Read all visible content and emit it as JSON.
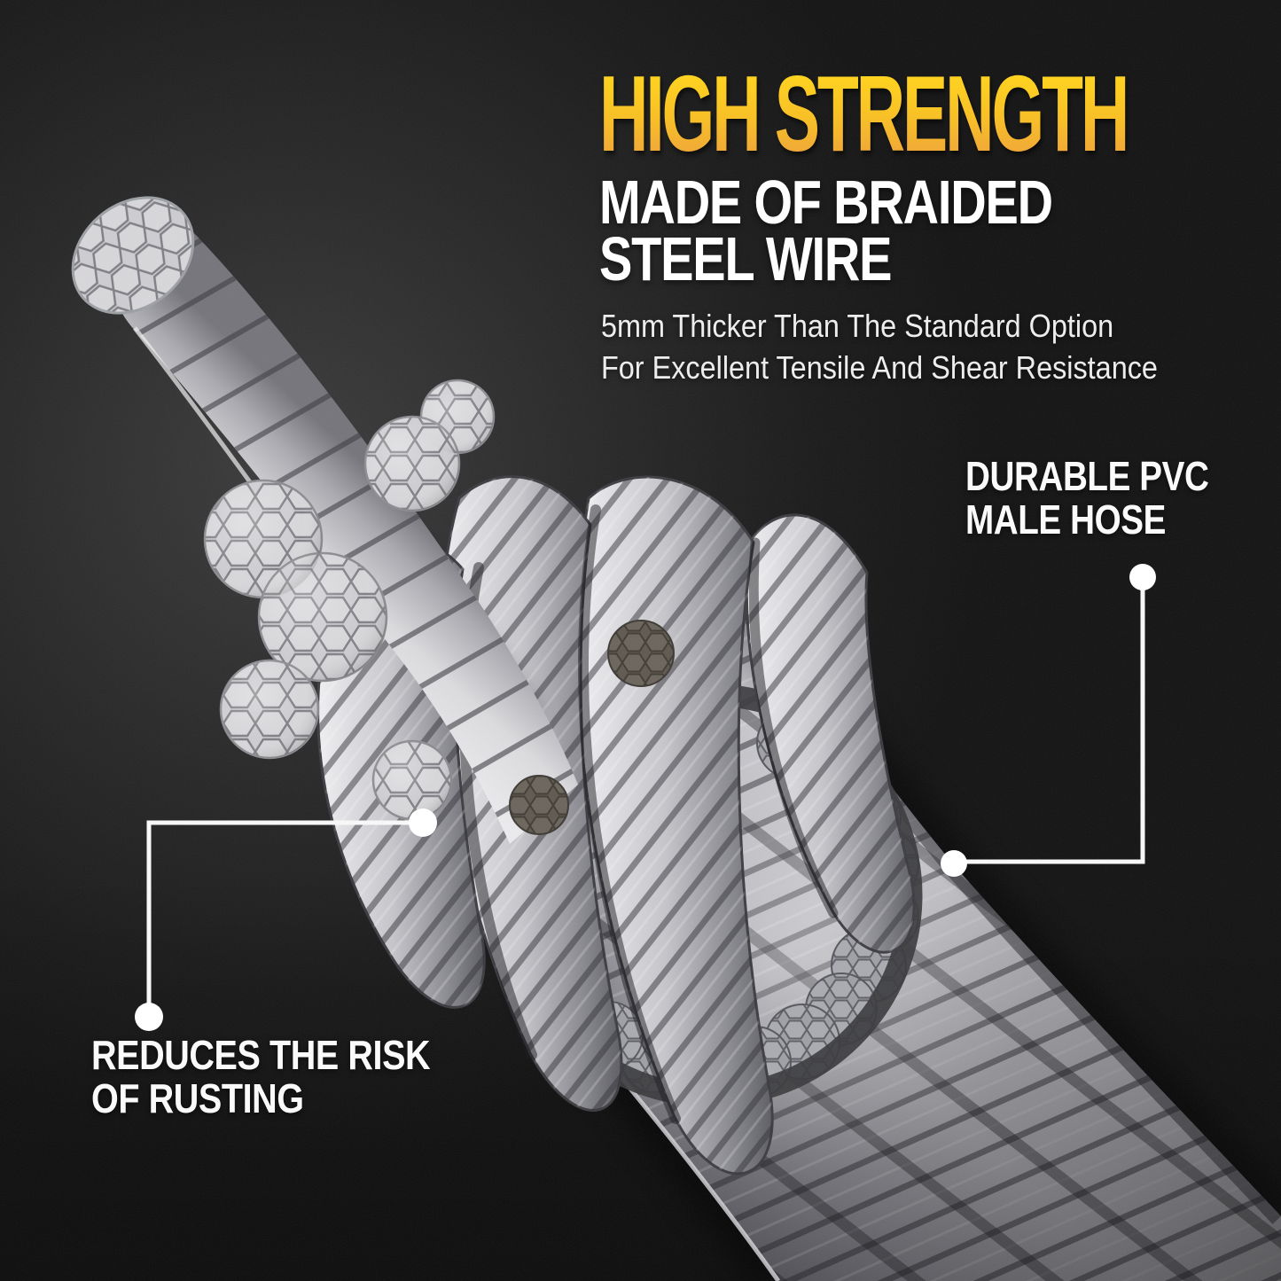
{
  "colors": {
    "bg": "#151515",
    "title-top": "#ffd71f",
    "title-mid": "#f8c127",
    "title-bottom": "#eda03e",
    "heading": "#ffffff",
    "body-text": "#ededed",
    "callout": "#fafafa",
    "ring": "#39393d",
    "marker": "#ffffff",
    "steel-light": "#e9e9ec",
    "steel-dark": "#55555b"
  },
  "headline": {
    "title": "HIGH STRENGTH",
    "subtitle": [
      "MADE OF BRAIDED",
      "STEEL WIRE"
    ],
    "body": [
      "5mm Thicker Than The Standard Option",
      "For Excellent Tensile And Shear Resistance"
    ]
  },
  "callouts": {
    "pvc": {
      "line1": "DURABLE PVC",
      "line2": "MALE HOSE"
    },
    "rust": {
      "line1": "REDUCES THE RISK",
      "line2": "OF RUSTING"
    }
  },
  "illustration": {
    "subject": "close-up of braided steel wire cable with cut strand ends and highlight ring"
  }
}
